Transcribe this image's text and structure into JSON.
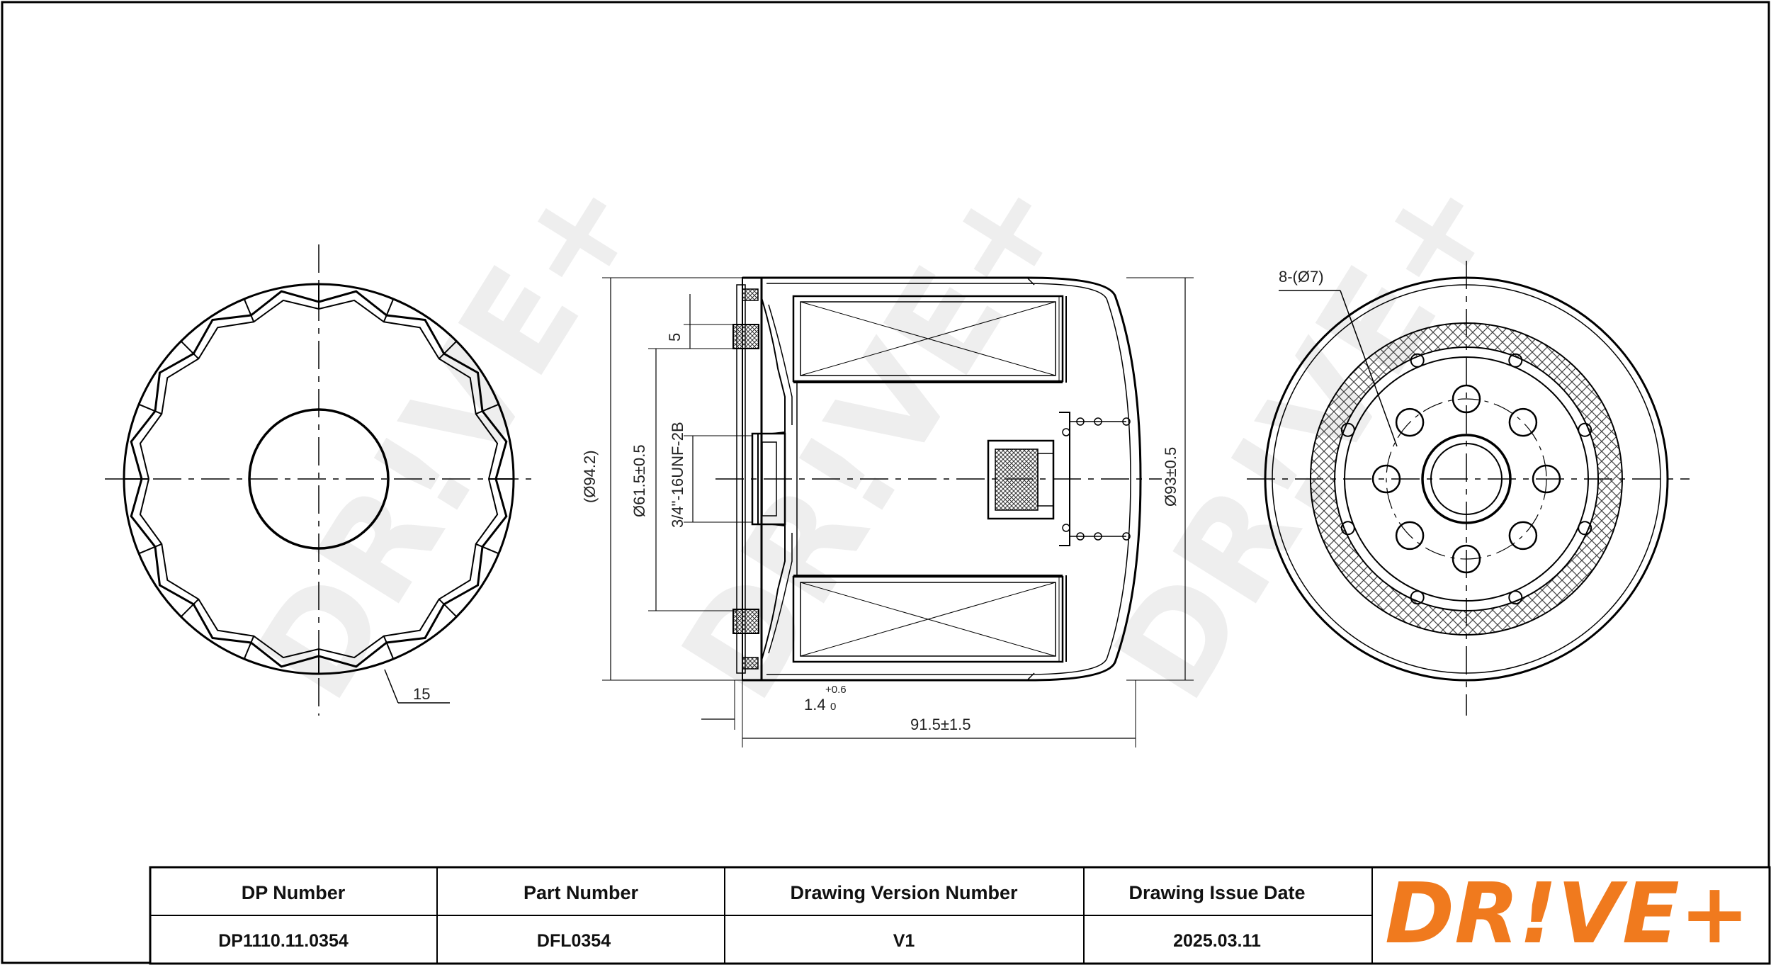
{
  "brand": {
    "logo_text": "DR!VE+",
    "watermark_text": "DR!VE+",
    "logo_color": "#f07a1e",
    "watermark_color": "#eeeeee"
  },
  "dimensions": {
    "wrench_flats": "15",
    "height_ref": "(Ø94.2)",
    "gasket_dia": "Ø61.5±0.5",
    "gasket_offset": "5",
    "thread": "3/4\"-16UNF-2B",
    "outer_dia": "Ø93±0.5",
    "plate_thickness": "1.4",
    "plate_tol_upper": "+0.6",
    "plate_tol_lower": "0",
    "length": "91.5±1.5",
    "holes": "8-(Ø7)"
  },
  "title_block": {
    "headers": [
      "DP Number",
      "Part Number",
      "Drawing Version Number",
      "Drawing Issue Date"
    ],
    "values": [
      "DP1110.11.0354",
      "DFL0354",
      "V1",
      "2025.03.11"
    ]
  }
}
